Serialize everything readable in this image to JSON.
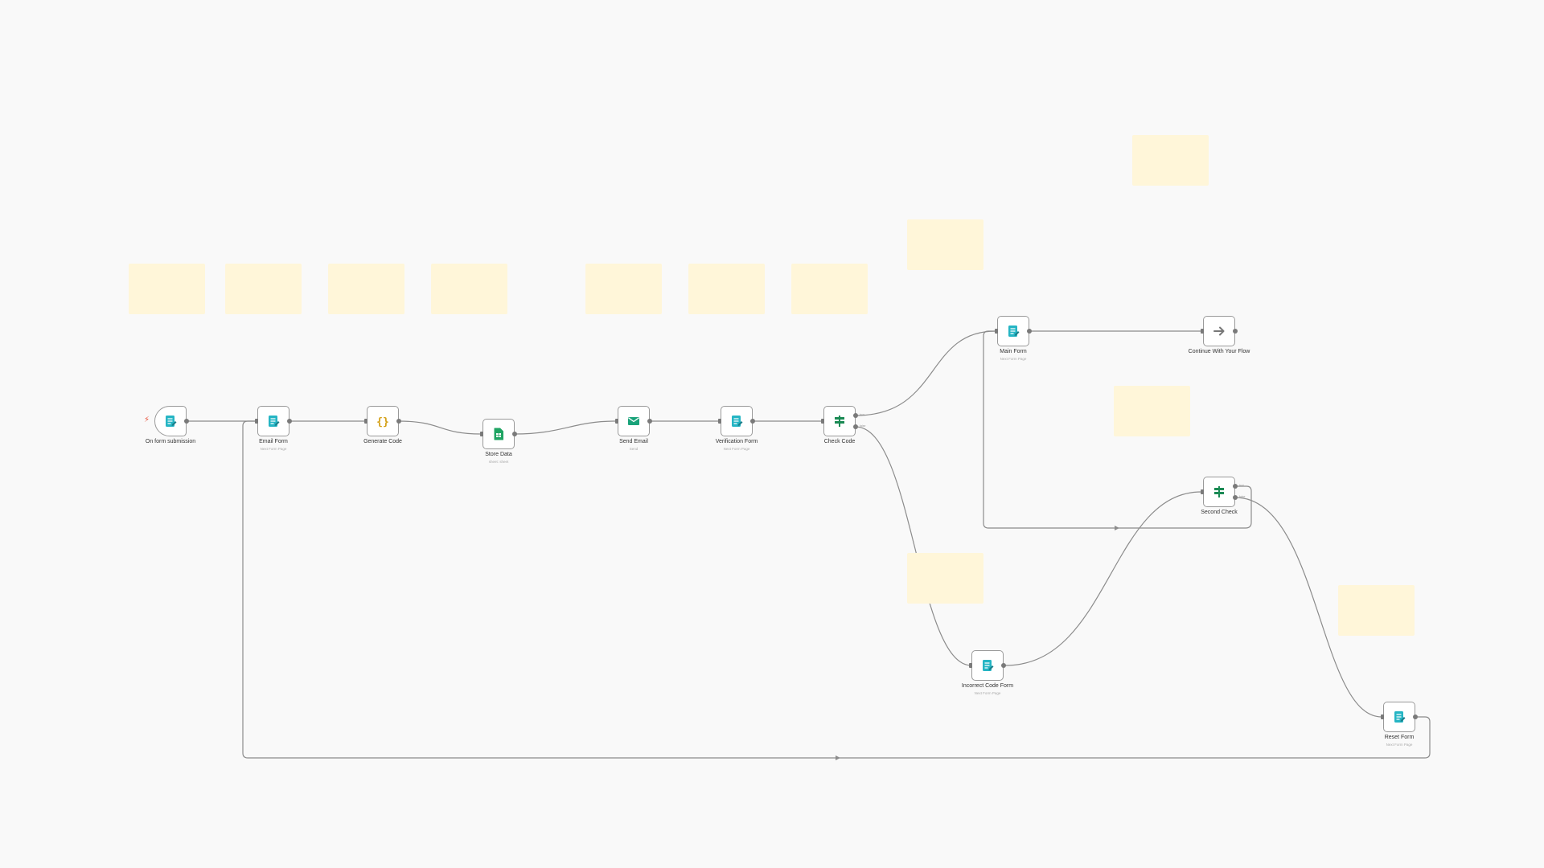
{
  "nodes": [
    {
      "id": "on-form-submission",
      "name": "On form submission",
      "subtitle": "",
      "icon": "form-trigger-icon"
    },
    {
      "id": "email-form",
      "name": "Email Form",
      "subtitle": "Next Form Page",
      "icon": "form-icon"
    },
    {
      "id": "generate-code",
      "name": "Generate Code",
      "subtitle": "",
      "icon": "code-braces-icon"
    },
    {
      "id": "store-data",
      "name": "Store Data",
      "subtitle": "sheet: sheet",
      "icon": "google-sheets-icon"
    },
    {
      "id": "send-email",
      "name": "Send Email",
      "subtitle": "Send",
      "icon": "mail-icon"
    },
    {
      "id": "verification-form",
      "name": "Verification Form",
      "subtitle": "Next Form Page",
      "icon": "form-icon"
    },
    {
      "id": "check-code",
      "name": "Check Code",
      "subtitle": "",
      "icon": "if-branch-icon"
    },
    {
      "id": "main-form",
      "name": "Main Form",
      "subtitle": "Next Form Page",
      "icon": "form-icon"
    },
    {
      "id": "continue-with-your-flow",
      "name": "Continue With Your Flow",
      "subtitle": "",
      "icon": "arrow-right-icon"
    },
    {
      "id": "second-check",
      "name": "Second Check",
      "subtitle": "",
      "icon": "if-branch-icon"
    },
    {
      "id": "incorrect-code-form",
      "name": "Incorrect Code Form",
      "subtitle": "Next Form Page",
      "icon": "form-icon"
    },
    {
      "id": "reset-form",
      "name": "Reset Form",
      "subtitle": "Next Form Page",
      "icon": "form-icon"
    }
  ],
  "branch_labels": {
    "true": "true",
    "false": "false"
  },
  "colors": {
    "background": "#f9f9f9",
    "sticky_note": "#fff6d9",
    "form_icon": "#25b5c4",
    "mail_icon": "#1aa37a",
    "sheets_icon": "#1fa463",
    "if_icon": "#1a8a54",
    "code_icon": "#d4a017",
    "trigger_bolt": "#e8543d",
    "connection": "#8c8c8c"
  }
}
